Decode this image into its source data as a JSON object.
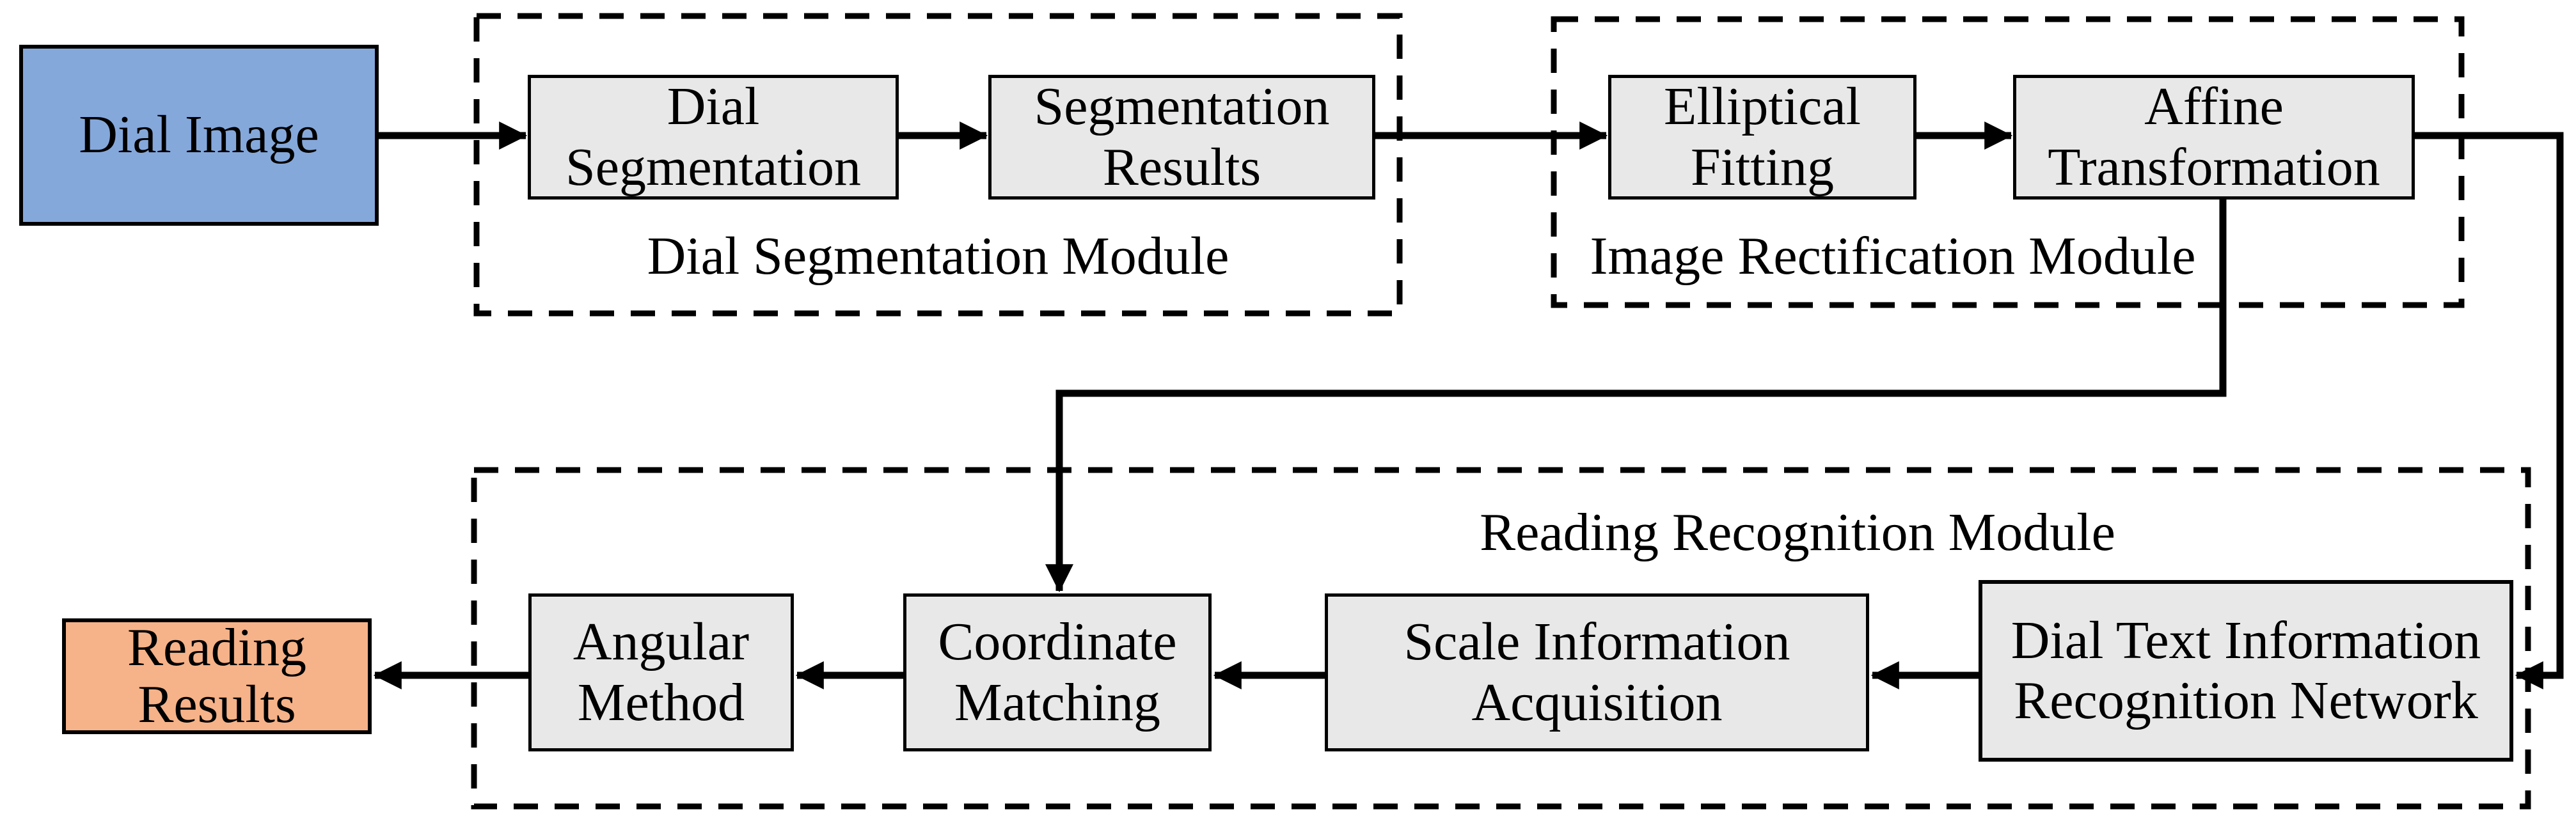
{
  "nodes": {
    "dial_image": {
      "label": "Dial Image",
      "lines": [
        "Dial Image"
      ]
    },
    "dial_segmentation": {
      "label": "Dial Segmentation",
      "lines": [
        "Dial",
        "Segmentation"
      ]
    },
    "segmentation_results": {
      "label": "Segmentation Results",
      "lines": [
        "Segmentation",
        "Results"
      ]
    },
    "elliptical_fitting": {
      "label": "Elliptical Fitting",
      "lines": [
        "Elliptical",
        "Fitting"
      ]
    },
    "affine_transformation": {
      "label": "Affine Transformation",
      "lines": [
        "Affine",
        "Transformation"
      ]
    },
    "dial_text_network": {
      "label": "Dial Text Information Recognition Network",
      "lines": [
        "Dial Text Information",
        "Recognition Network"
      ]
    },
    "scale_information_acquisition": {
      "label": "Scale Information Acquisition",
      "lines": [
        "Scale Information",
        "Acquisition"
      ]
    },
    "coordinate_matching": {
      "label": "Coordinate Matching",
      "lines": [
        "Coordinate",
        "Matching"
      ]
    },
    "angular_method": {
      "label": "Angular Method",
      "lines": [
        "Angular",
        "Method"
      ]
    },
    "reading_results": {
      "label": "Reading Results",
      "lines": [
        "Reading",
        "Results"
      ]
    }
  },
  "modules": {
    "dial_segmentation_module": {
      "label": "Dial Segmentation Module"
    },
    "image_rectification_module": {
      "label": "Image Rectification Module"
    },
    "reading_recognition_module": {
      "label": "Reading Recognition Module"
    }
  },
  "colors": {
    "input_fill": "#85A8DB",
    "output_fill": "#F6B288",
    "process_fill": "#E9E8E8",
    "line": "#000000",
    "background": "#FFFFFF"
  }
}
